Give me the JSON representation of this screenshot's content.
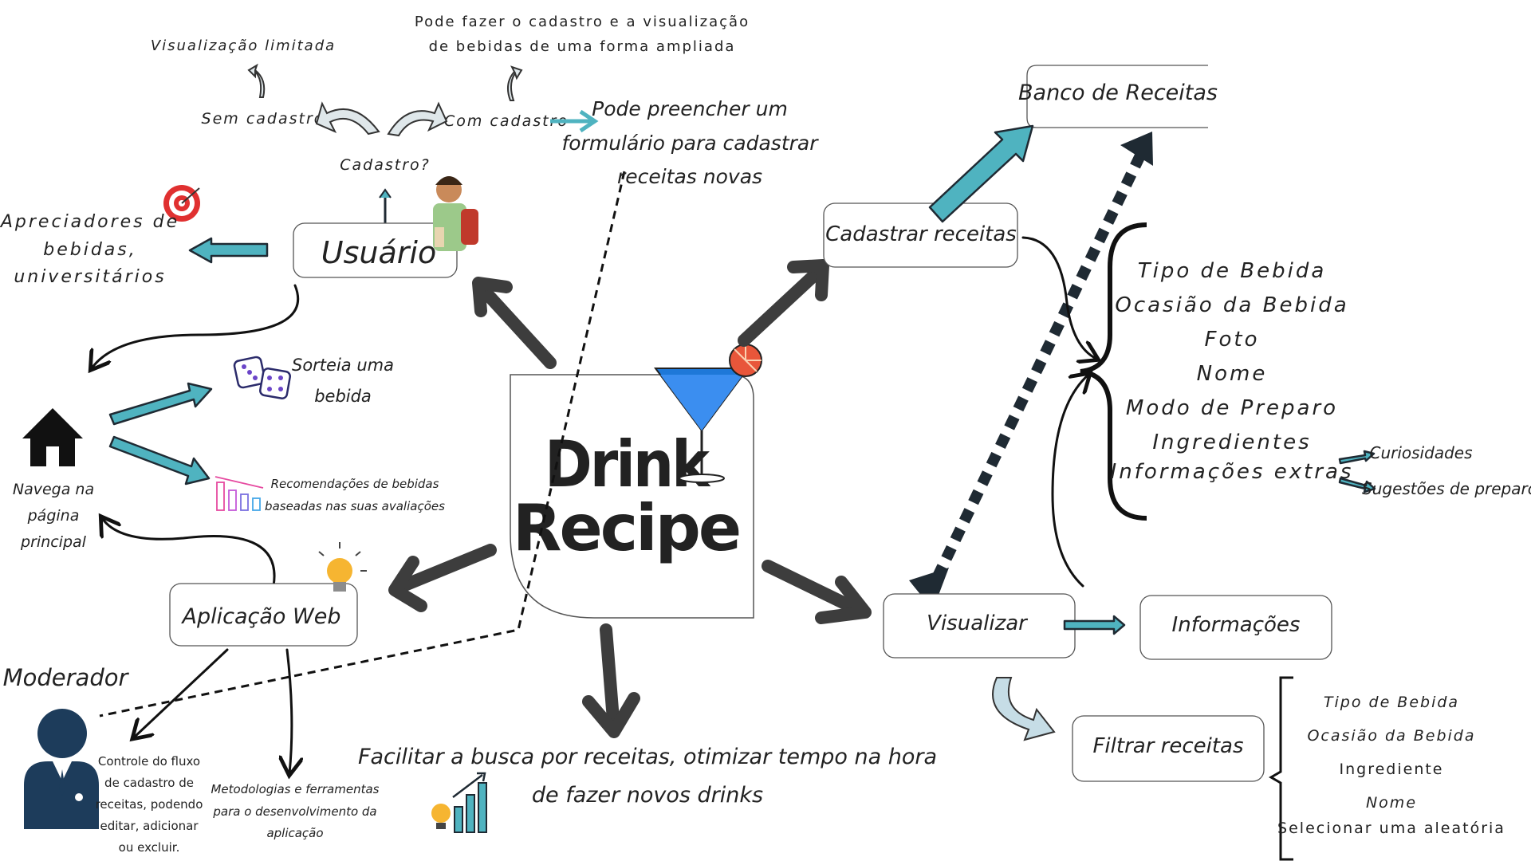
{
  "center": {
    "line1": "Drink",
    "line2": "Recipe"
  },
  "top": {
    "visualizacao_limitada": "Visualização limitada",
    "ampliada_line1": "Pode fazer o cadastro e a visualização",
    "ampliada_line2": "de bebidas de uma forma ampliada",
    "sem_cadastro": "Sem cadastro",
    "com_cadastro": "Com cadastro",
    "cadastro_q": "Cadastro?",
    "form_line1": "Pode preencher um",
    "form_line2": "formulário para cadastrar",
    "form_line3": "receitas novas"
  },
  "usuario": {
    "label": "Usuário",
    "publico_line1": "Apreciadores de",
    "publico_line2": "bebidas,",
    "publico_line3": "universitários"
  },
  "home": {
    "line1": "Navega na",
    "line2": "página",
    "line3": "principal",
    "sorteia_line1": "Sorteia uma",
    "sorteia_line2": "bebida",
    "recom_line1": "Recomendações de bebidas",
    "recom_line2": "baseadas nas suas avaliações"
  },
  "webapp": {
    "label": "Aplicação Web",
    "metodologias_line1": "Metodologias e ferramentas",
    "metodologias_line2": "para o desenvolvimento da",
    "metodologias_line3": "aplicação"
  },
  "moderador": {
    "label": "Moderador",
    "desc": [
      "Controle do fluxo",
      "de cadastro de",
      "receitas, podendo",
      "editar, adicionar",
      "ou excluir."
    ]
  },
  "objetivo": {
    "line1": "Facilitar a busca por receitas, otimizar tempo na hora",
    "line2": "de fazer novos drinks"
  },
  "right": {
    "banco": "Banco de Receitas",
    "cadastrar": "Cadastrar receitas",
    "campos": [
      "Tipo de Bebida",
      "Ocasião da Bebida",
      "Foto",
      "Nome",
      "Modo de Preparo",
      "Ingredientes",
      "Informações extras"
    ],
    "curiosidades": "Curiosidades",
    "sugestoes": "Sugestões de preparo",
    "visualizar": "Visualizar",
    "informacoes": "Informações",
    "filtrar": "Filtrar receitas",
    "filtros": [
      "Tipo de Bebida",
      "Ocasião da Bebida",
      "Ingrediente",
      "Nome",
      "Selecionar uma aleatória"
    ]
  }
}
